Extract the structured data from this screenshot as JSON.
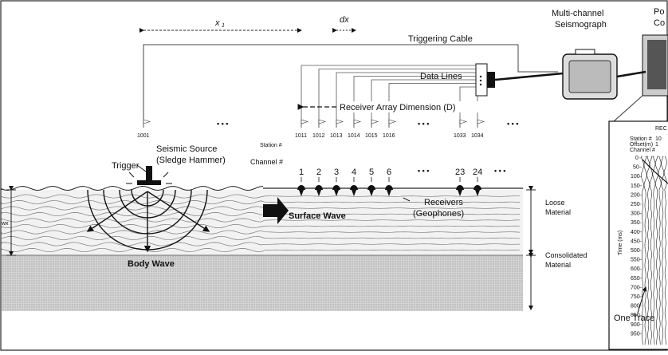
{
  "labels": {
    "x1": "x",
    "x1_sub": "1",
    "dx": "dx",
    "triggering_cable": "Triggering Cable",
    "data_lines": "Data Lines",
    "seismograph_l1": "Multi-channel",
    "seismograph_l2": "Seismograph",
    "computer_l1": "Po",
    "computer_l2": "Co",
    "receiver_array": "Receiver Array Dimension (D)",
    "station_label": "Station #",
    "channel_label": "Channel #",
    "seismic_source_l1": "Seismic Source",
    "seismic_source_l2": "(Sledge Hammer)",
    "trigger": "Trigger",
    "surface_wave": "Surface Wave",
    "body_wave": "Body Wave",
    "receivers_l1": "Receivers",
    "receivers_l2": "(Geophones)",
    "loose_l1": "Loose",
    "loose_l2": "Material",
    "consolidated_l1": "Consolidated",
    "consolidated_l2": "Material",
    "left_depth": "wx",
    "one_trace": "One Trace",
    "ellipsis": "• • •"
  },
  "stations": [
    "1001",
    "1011",
    "1012",
    "1013",
    "1014",
    "1015",
    "1016",
    "1033",
    "1034"
  ],
  "channels": [
    "1",
    "2",
    "3",
    "4",
    "5",
    "6",
    "23",
    "24"
  ],
  "record": {
    "title": "REC",
    "h1": "Station #",
    "h2": "Offset(m)",
    "h3": "Channel #",
    "h1_val": "10",
    "h2_val": "1",
    "time_axis_label": "Time (ms)",
    "time_ticks": [
      "0",
      "50",
      "100",
      "150",
      "200",
      "250",
      "300",
      "350",
      "400",
      "450",
      "500",
      "550",
      "600",
      "650",
      "700",
      "750",
      "800",
      "850",
      "900",
      "950"
    ]
  }
}
